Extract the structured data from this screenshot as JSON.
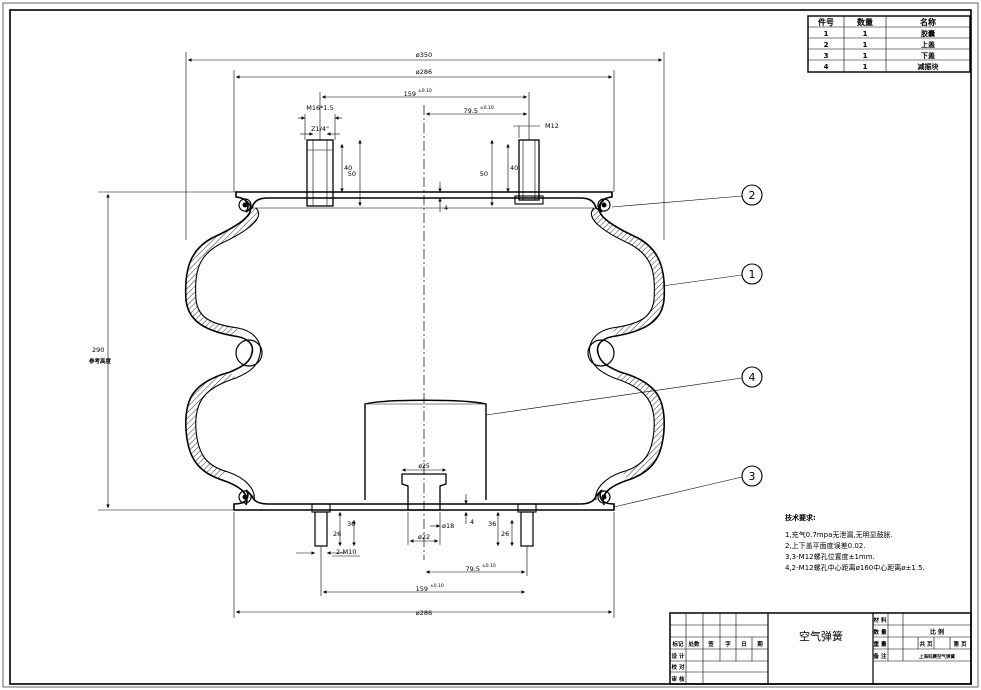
{
  "parts_table": {
    "headers": [
      "件号",
      "数量",
      "名称"
    ],
    "rows": [
      [
        "1",
        "1",
        "胶囊"
      ],
      [
        "2",
        "1",
        "上盖"
      ],
      [
        "3",
        "1",
        "下盖"
      ],
      [
        "4",
        "1",
        "减振块"
      ]
    ]
  },
  "dimensions": {
    "d350": "ø350",
    "d286_top": "ø286",
    "d159_top": "159",
    "d159_top_tol": "±0.10",
    "d79_top": "79.5",
    "d79_top_tol": "±0.10",
    "m16": "M16*1.5",
    "z14": "Z1/4\"",
    "m12": "M12",
    "h40_l": "40",
    "h50_l": "50",
    "h50_r": "50",
    "h40_r": "40",
    "t4_top": "4",
    "height_290": "290",
    "height_note": "参考高度",
    "d25": "ø25",
    "d18": "ø18",
    "d22": "ø22",
    "t4_bot": "4",
    "h36_l": "36",
    "h26_l": "26",
    "h36_r": "36",
    "h26_r": "26",
    "m10": "2-M10",
    "d79_bot": "79.5",
    "d79_bot_tol": "±0.10",
    "d159_bot": "159",
    "d159_bot_tol": "±0.10",
    "d286_bot": "ø286"
  },
  "balloons": [
    "2",
    "1",
    "4",
    "3"
  ],
  "tech_notes": {
    "title": "技术要求:",
    "lines": [
      "1,充气0.7mpa无泄漏,无明显鼓胀.",
      "2,上下盖平面度误差0.02.",
      "3,3-M12螺孔位置度±1mm.",
      "4,2-M12螺孔中心距离ø160中心距离ø±1.5."
    ]
  },
  "title_block": {
    "drawing_name": "空气弹簧",
    "left_cols": [
      "标记",
      "处数",
      "签",
      "字",
      "日",
      "期"
    ],
    "left_rows": [
      "设 计",
      "校 对",
      "审 核"
    ],
    "right_labels": [
      "材 料",
      "数 量",
      "重 量",
      "备 注"
    ],
    "scale_label": "比 例",
    "sheet_label": "共 页",
    "page_label": "第 页",
    "company": "上海科赛空气弹簧"
  }
}
